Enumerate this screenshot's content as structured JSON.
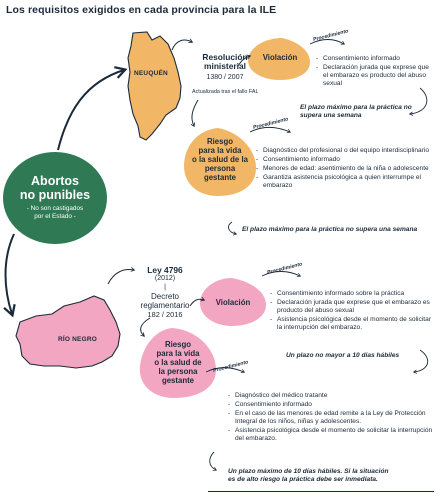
{
  "title": "Los requisitos exigidos en cada provincia para la ILE",
  "center": {
    "title_line1": "Abortos",
    "title_line2": "no punibles",
    "subtitle_line1": "- No son castigados",
    "subtitle_line2": "por el Estado -"
  },
  "neuquen": {
    "province": "NEUQUÉN",
    "law_line1": "Resolución",
    "law_line2": "ministerial",
    "law_number": "1380 / 2007",
    "law_note": "Actualizada tras el fallo FAL",
    "violation": {
      "label": "Violación",
      "procedure_tag": "Procedimiento",
      "items": [
        "Consentimiento informado",
        "Declaración jurada que exprese que el embarazo es producto del abuso sexual"
      ],
      "deadline": "El plazo máximo para la práctica no supera una semana"
    },
    "risk": {
      "label_lines": [
        "Riesgo",
        "para la vida",
        "o la salud de la",
        "persona",
        "gestante"
      ],
      "procedure_tag": "Procedimiento",
      "items": [
        "Diagnóstico del profesional o del equipo interdisciplinario",
        "Consentimiento informado",
        "Menores de edad: asentimiento de la niña o adolescente",
        "Garantiza asistencia psicológica a quien interrumpe el embarazo"
      ],
      "deadline": "El plazo máximo para la práctica no supera una semana"
    }
  },
  "rionegro": {
    "province": "RÍO NEGRO",
    "law_line1": "Ley 4796",
    "law_year": "(2012)",
    "law_sep": "|",
    "law_line2": "Decreto",
    "law_line3": "reglamentario",
    "law_number": "182 / 2016",
    "violation": {
      "label": "Violación",
      "procedure_tag": "Procedimiento",
      "items": [
        "Consentimiento informado sobre la práctica",
        "Declaración jurada que exprese que el embarazo es producto del abuso sexual",
        "Asistencia psicológica desde el momento de solicitar la interrupción del embarazo."
      ],
      "deadline": "Un plazo no mayor a 10 días hábiles"
    },
    "risk": {
      "label_lines": [
        "Riesgo",
        "para la vida",
        "o la salud de",
        "la persona",
        "gestante"
      ],
      "procedure_tag": "Procedimiento",
      "items": [
        "Diagnóstico del médico tratante",
        "Consentimiento informado",
        "En el caso de las menores de edad remite a la Ley de Protección Integral de los niños, niñas y adolescentes.",
        "Asistencia psicológica desde el momento de solicitar la interrupción del embarazo."
      ],
      "deadline_line1": "Un plazo máximo de 10 días hábiles. Si la situación",
      "deadline_line2": "es de alto riesgo la práctica debe ser inmediata."
    }
  },
  "colors": {
    "green": "#2f7a55",
    "orange": "#f2b766",
    "pink": "#f2a6c2",
    "navy": "#1b2a3a"
  }
}
